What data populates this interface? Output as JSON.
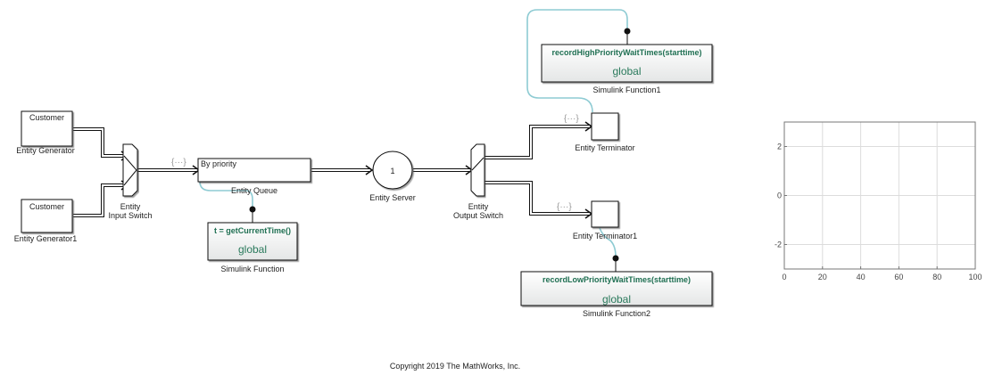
{
  "blocks": {
    "gen1": {
      "inner": "Customer",
      "label": "Entity Generator"
    },
    "gen2": {
      "inner": "Customer",
      "label": "Entity Generator1"
    },
    "input_switch": {
      "label_line1": "Entity",
      "label_line2": "Input Switch"
    },
    "queue": {
      "inner": "By priority",
      "label": "Entity Queue"
    },
    "server": {
      "inner": "1",
      "label": "Entity Server"
    },
    "output_switch": {
      "label_line1": "Entity",
      "label_line2": "Output Switch"
    },
    "term1": {
      "label": "Entity Terminator"
    },
    "term2": {
      "label": "Entity Terminator1"
    },
    "fn0": {
      "signature": "t = getCurrentTime()",
      "scope": "global",
      "label": "Simulink Function"
    },
    "fn1": {
      "signature": "recordHighPriorityWaitTimes(starttime)",
      "scope": "global",
      "label": "Simulink Function1"
    },
    "fn2": {
      "signature": "recordLowPriorityWaitTimes(starttime)",
      "scope": "global",
      "label": "Simulink Function2"
    }
  },
  "signal_tags": {
    "tag1": "{···}",
    "tag2": "{···}",
    "tag3": "{···}"
  },
  "colors": {
    "fn_text": "#1f6f52",
    "fn_link": "#8ecbd3",
    "line": "#111111"
  },
  "footer": {
    "copyright": "Copyright 2019 The MathWorks, Inc."
  },
  "chart_data": {
    "type": "line",
    "title": "",
    "xlabel": "",
    "ylabel": "",
    "xlim": [
      0,
      100
    ],
    "ylim": [
      -3,
      3
    ],
    "xticks": [
      0,
      20,
      40,
      60,
      80,
      100
    ],
    "yticks": [
      -2,
      0,
      2
    ],
    "xtick_labels": [
      "0",
      "20",
      "40",
      "60",
      "80",
      "100"
    ],
    "ytick_labels": [
      "-2",
      "0",
      "2"
    ],
    "grid": true,
    "series": []
  }
}
